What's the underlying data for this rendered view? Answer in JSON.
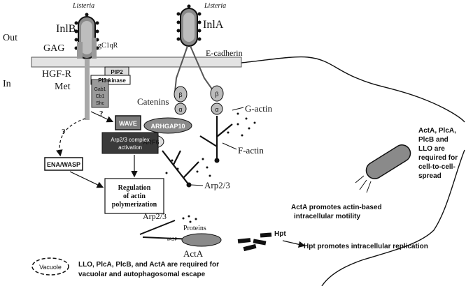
{
  "labels": {
    "listeria_left": "Listeria",
    "listeria_right": "Listeria",
    "inlb": "InlB",
    "inla": "InlA",
    "out": "Out",
    "in": "In",
    "gag": "GAG",
    "gc1qr": "gC1qR",
    "e_cadherin": "E-cadherin",
    "hgf_r": "HGF-R",
    "met": "Met",
    "pip2": "PIP2",
    "pi3_kinase": "PI3-kinase",
    "gab1": "Gab1",
    "cb1": "Cb1",
    "shc": "Shc",
    "catenins": "Catenins",
    "beta_left": "β",
    "beta_right": "β",
    "alpha_left": "α",
    "alpha_right": "α",
    "arhgap10": "ARHGAP10",
    "arf6": "ARF6",
    "g_actin": "G-actin",
    "f_actin": "F-actin",
    "arp23_main": "Arp2/3",
    "wave": "WAVE",
    "arp23_complex_1": "Arp2/3 complex",
    "arp23_complex_2": "activation",
    "enawasp": "ENA/WASP",
    "q1": "?",
    "q2": "?",
    "regulation_1": "Regulation",
    "regulation_2": "of actin",
    "regulation_3": "polymerization",
    "arp23_acta": "Arp2/3",
    "proteins": "Proteins",
    "vasp": "VASP",
    "acta": "ActA",
    "hpt": "Hpt",
    "vacuole": "Vacuole",
    "acta_plca_1": "ActA, PlcA,",
    "acta_plca_2": "PlcB and",
    "acta_plca_3": "LLO are",
    "acta_plca_4": "required for",
    "acta_plca_5": "cell-to-cell-",
    "acta_plca_6": "spread",
    "motility_1": "ActA promotes actin-based",
    "motility_2": "intracellular motility",
    "hpt_note": "Hpt promotes intracellular replication",
    "escape_1": "LLO, PlcA, PlcB, and ActA are required for",
    "escape_2": "vacuolar and autophagosomal escape"
  },
  "colors": {
    "membrane": "#e3e3e3",
    "bacterium": "#8a8a8a",
    "dark_box": "#3a3a3a",
    "mid_box": "#9a9a9a",
    "light_box": "#dcdcdc",
    "text": "#111111"
  }
}
